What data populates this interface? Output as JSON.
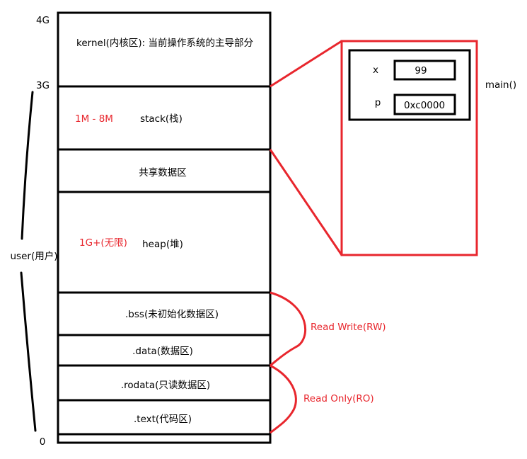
{
  "memory": {
    "addr_4g": "4G",
    "addr_3g": "3G",
    "addr_0": "0",
    "kernel": "kernel(内核区): 当前操作系统的主导部分",
    "stack_size": "1M - 8M",
    "stack": "stack(栈)",
    "shared": "共享数据区",
    "heap_size": "1G+(无限)",
    "heap": "heap(堆)",
    "bss": ".bss(未初始化数据区)",
    "data": ".data(数据区)",
    "rodata": ".rodata(只读数据区)",
    "text": ".text(代码区)"
  },
  "user_label": "user(用户)",
  "access": {
    "rw": "Read Write(RW)",
    "ro": "Read Only(RO)"
  },
  "frame": {
    "label": "main()",
    "vars": [
      {
        "name": "x",
        "value": "99"
      },
      {
        "name": "p",
        "value": "0xc0000"
      }
    ]
  },
  "colors": {
    "accent": "#e8262d",
    "line": "#000000"
  }
}
